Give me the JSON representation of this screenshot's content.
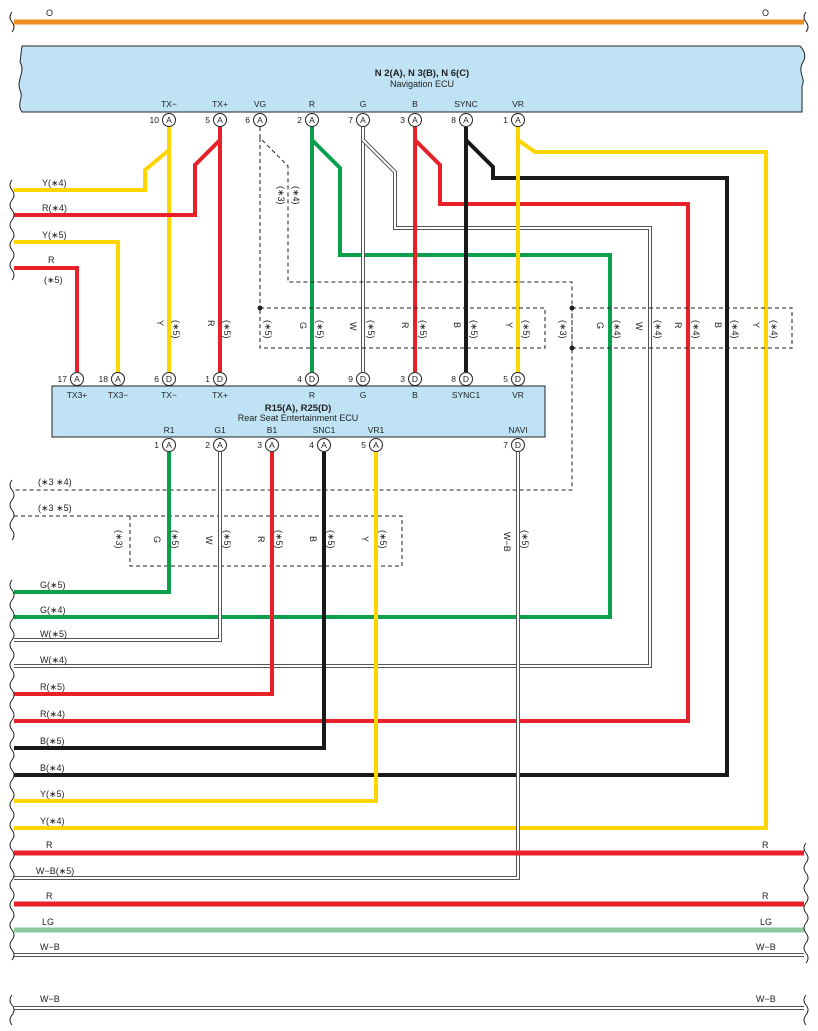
{
  "colors": {
    "O": "#EE8E22",
    "Y": "#FFD500",
    "R": "#E8202A",
    "G": "#0BA04B",
    "B": "#1A1A1A",
    "W": "#FFFFFF",
    "LG": "#8DCAA0",
    "ecu_fill": "#BFE3F5"
  },
  "top_bus": {
    "left_label": "O",
    "right_label": "O"
  },
  "nav_ecu": {
    "title": "N 2(A), N 3(B), N 6(C)",
    "subtitle": "Navigation ECU",
    "pins": [
      {
        "name": "TX−",
        "num": "10",
        "conn": "A"
      },
      {
        "name": "TX+",
        "num": "5",
        "conn": "A"
      },
      {
        "name": "VG",
        "num": "6",
        "conn": "A"
      },
      {
        "name": "R",
        "num": "2",
        "conn": "A"
      },
      {
        "name": "G",
        "num": "7",
        "conn": "A"
      },
      {
        "name": "B",
        "num": "3",
        "conn": "A"
      },
      {
        "name": "SYNC",
        "num": "8",
        "conn": "A"
      },
      {
        "name": "VR",
        "num": "1",
        "conn": "A"
      }
    ]
  },
  "rse_ecu": {
    "title": "R15(A), R25(D)",
    "subtitle": "Rear Seat Entertainment ECU",
    "top_pins": [
      {
        "name": "TX3+",
        "num": "17",
        "conn": "A"
      },
      {
        "name": "TX3−",
        "num": "18",
        "conn": "A"
      },
      {
        "name": "TX−",
        "num": "6",
        "conn": "D"
      },
      {
        "name": "TX+",
        "num": "1",
        "conn": "D"
      },
      {
        "name": "R",
        "num": "4",
        "conn": "D"
      },
      {
        "name": "G",
        "num": "9",
        "conn": "D"
      },
      {
        "name": "B",
        "num": "3",
        "conn": "D"
      },
      {
        "name": "SYNC1",
        "num": "8",
        "conn": "D"
      },
      {
        "name": "VR",
        "num": "5",
        "conn": "D"
      }
    ],
    "bottom_pins": [
      {
        "name": "R1",
        "num": "1",
        "conn": "A"
      },
      {
        "name": "G1",
        "num": "2",
        "conn": "A"
      },
      {
        "name": "B1",
        "num": "3",
        "conn": "A"
      },
      {
        "name": "SNC1",
        "num": "4",
        "conn": "A"
      },
      {
        "name": "VR1",
        "num": "5",
        "conn": "A"
      },
      {
        "name": "NAVI",
        "num": "7",
        "conn": "D"
      }
    ]
  },
  "upper_left_labels": [
    "Y(∗4)",
    "R(∗4)",
    "Y(∗5)",
    "R",
    "(∗5)"
  ],
  "shield_labels": [
    "(∗3)",
    "(∗4)"
  ],
  "mid_wire_labels": [
    {
      "c": "Y",
      "v": "(∗5)"
    },
    {
      "c": "R",
      "v": "(∗5)"
    },
    {
      "c": "",
      "v": "(∗5)"
    },
    {
      "c": "G",
      "v": "(∗5)"
    },
    {
      "c": "W",
      "v": "(∗5)"
    },
    {
      "c": "R",
      "v": "(∗5)"
    },
    {
      "c": "B",
      "v": "(∗5)"
    },
    {
      "c": "Y",
      "v": "(∗5)"
    },
    {
      "c": "",
      "v": "(∗3)"
    },
    {
      "c": "G",
      "v": "(∗4)"
    },
    {
      "c": "W",
      "v": "(∗4)"
    },
    {
      "c": "R",
      "v": "(∗4)"
    },
    {
      "c": "B",
      "v": "(∗4)"
    },
    {
      "c": "Y",
      "v": "(∗4)"
    }
  ],
  "lower_wire_labels": [
    {
      "c": "",
      "v": "(∗3)"
    },
    {
      "c": "G",
      "v": "(∗5)"
    },
    {
      "c": "W",
      "v": "(∗5)"
    },
    {
      "c": "R",
      "v": "(∗5)"
    },
    {
      "c": "B",
      "v": "(∗5)"
    },
    {
      "c": "Y",
      "v": "(∗5)"
    },
    {
      "c": "W−B",
      "v": "(∗5)"
    }
  ],
  "shield_bus_labels": [
    "(∗3 ∗4)",
    "(∗3 ∗5)"
  ],
  "lower_left_labels": [
    "G(∗5)",
    "G(∗4)",
    "W(∗5)",
    "W(∗4)",
    "R(∗5)",
    "R(∗4)",
    "B(∗5)",
    "B(∗4)",
    "Y(∗5)",
    "Y(∗4)"
  ],
  "bottom_bus": [
    {
      "left": "R",
      "right": "R",
      "color": "R"
    },
    {
      "left": "W−B(∗5)",
      "right": "",
      "color": "W"
    },
    {
      "left": "R",
      "right": "R",
      "color": "R"
    },
    {
      "left": "LG",
      "right": "LG",
      "color": "LG"
    },
    {
      "left": "W−B",
      "right": "W−B",
      "color": "W"
    },
    {
      "left": "W−B",
      "right": "W−B",
      "color": "W"
    }
  ]
}
